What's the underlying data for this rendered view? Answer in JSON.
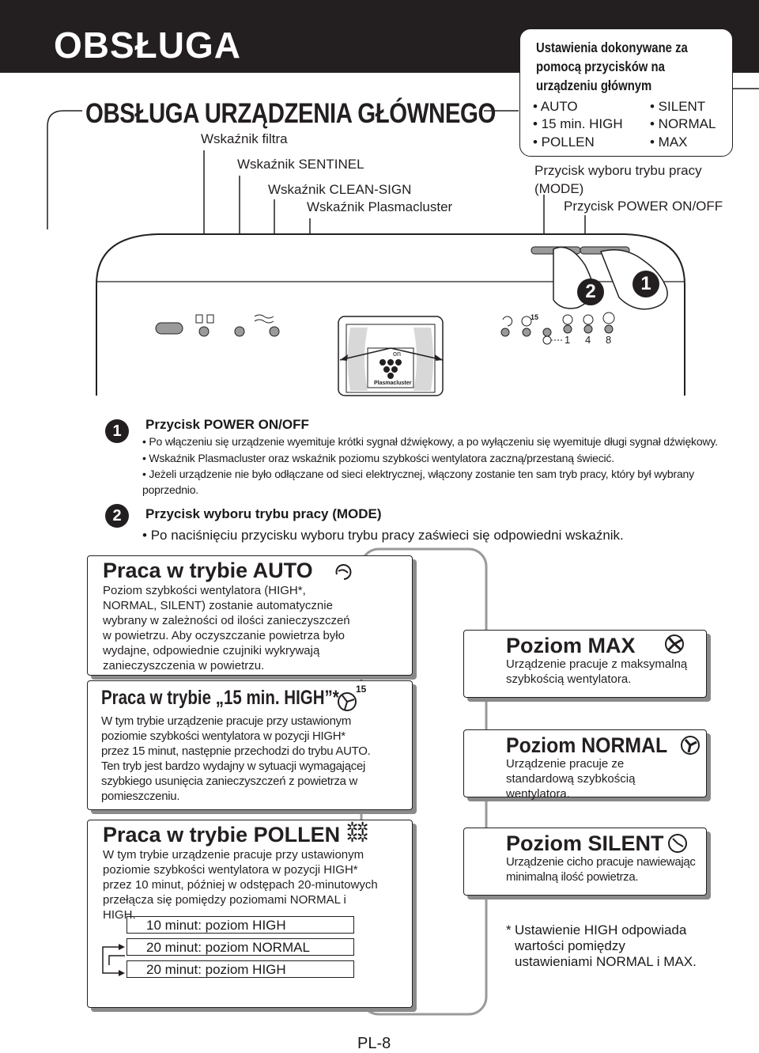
{
  "header": {
    "title": "OBSŁUGA"
  },
  "section": {
    "title": "OBSŁUGA URZĄDZENIA GŁÓWNEGO"
  },
  "settings": {
    "title": "Ustawienia dokonywane za pomocą przycisków na urządzeniu głównym",
    "left": [
      "• AUTO",
      "• 15 min. HIGH",
      "• POLLEN"
    ],
    "right": [
      "• SILENT",
      "• NORMAL",
      "• MAX"
    ]
  },
  "labels": {
    "filter": "Wskaźnik filtra",
    "sentinel": "Wskaźnik SENTINEL",
    "clean_sign": "Wskaźnik CLEAN-SIGN",
    "plasmacluster": "Wskaźnik Plasmacluster",
    "mode_button": "Przycisk wyboru trybu pracy (MODE)",
    "power_button": "Przycisk POWER ON/OFF"
  },
  "panel": {
    "on_label": "on",
    "plasmacluster_label": "Plasmacluster",
    "timer_15": "15",
    "speed_1": "1",
    "speed_4": "4",
    "speed_8": "8",
    "callout_1": "1",
    "callout_2": "2"
  },
  "item1": {
    "num": "1",
    "title": "Przycisk POWER ON/OFF",
    "bullets": [
      "Po włączeniu się urządzenie wyemituje krótki sygnał dźwiękowy, a po wyłączeniu się wyemituje długi sygnał dźwiękowy.",
      "Wskaźnik Plasmacluster oraz wskaźnik poziomu szybkości wentylatora zaczną/przestaną świecić.",
      "Jeżeli urządzenie nie było odłączane od sieci elektrycznej, włączony zostanie ten sam tryb pracy, który był wybrany poprzednio."
    ]
  },
  "item2": {
    "num": "2",
    "title": "Przycisk wyboru trybu pracy (MODE)",
    "bullet": "Po naciśnięciu przycisku wyboru trybu pracy zaświeci się odpowiedni wskaźnik."
  },
  "auto": {
    "title": "Praca w trybie AUTO",
    "text": "Poziom szybkości wentylatora (HIGH*, NORMAL, SILENT) zostanie automatycznie wybrany w zależności od ilości zanieczyszczeń w powietrzu. Aby oczyszczanie powietrza było wydajne, odpowiednie czujniki wykrywają zanieczyszczenia w powietrzu."
  },
  "high15": {
    "title": "Praca w trybie „15 min. HIGH”*",
    "superscript": "15",
    "text": "W tym trybie urządzenie pracuje przy ustawionym poziomie szybkości wentylatora w pozycji HIGH* przez 15 minut, następnie przechodzi do trybu AUTO. Ten tryb jest bardzo wydajny w sytuacji wymagającej szybkiego usunięcia zanieczyszczeń z powietrza w pomieszczeniu."
  },
  "pollen": {
    "title": "Praca w trybie POLLEN",
    "text": "W tym trybie urządzenie pracuje przy ustawionym poziomie szybkości wentylatora w pozycji HIGH* przez 10 minut, później w odstępach 20-minutowych przełącza się pomiędzy poziomami NORMAL i HIGH.",
    "rows": [
      "10 minut: poziom HIGH",
      "20 minut: poziom NORMAL",
      "20 minut: poziom HIGH"
    ]
  },
  "max": {
    "title": "Poziom MAX",
    "text": "Urządzenie pracuje z maksymalną szybkością wentylatora."
  },
  "normal": {
    "title": "Poziom NORMAL",
    "text": "Urządzenie pracuje ze standardową szybkością wentylatora."
  },
  "silent": {
    "title": "Poziom SILENT",
    "text": "Urządzenie cicho pracuje nawiewając minimalną ilość powietrza."
  },
  "footnote": {
    "marker": "*",
    "text": "Ustawienie HIGH odpowiada wartości pomiędzy ustawieniami NORMAL i MAX."
  },
  "page": {
    "number": "PL-8"
  },
  "colors": {
    "dark": "#231f20",
    "shadow": "#8a8a8a",
    "arrow": "#9a9a9a"
  }
}
